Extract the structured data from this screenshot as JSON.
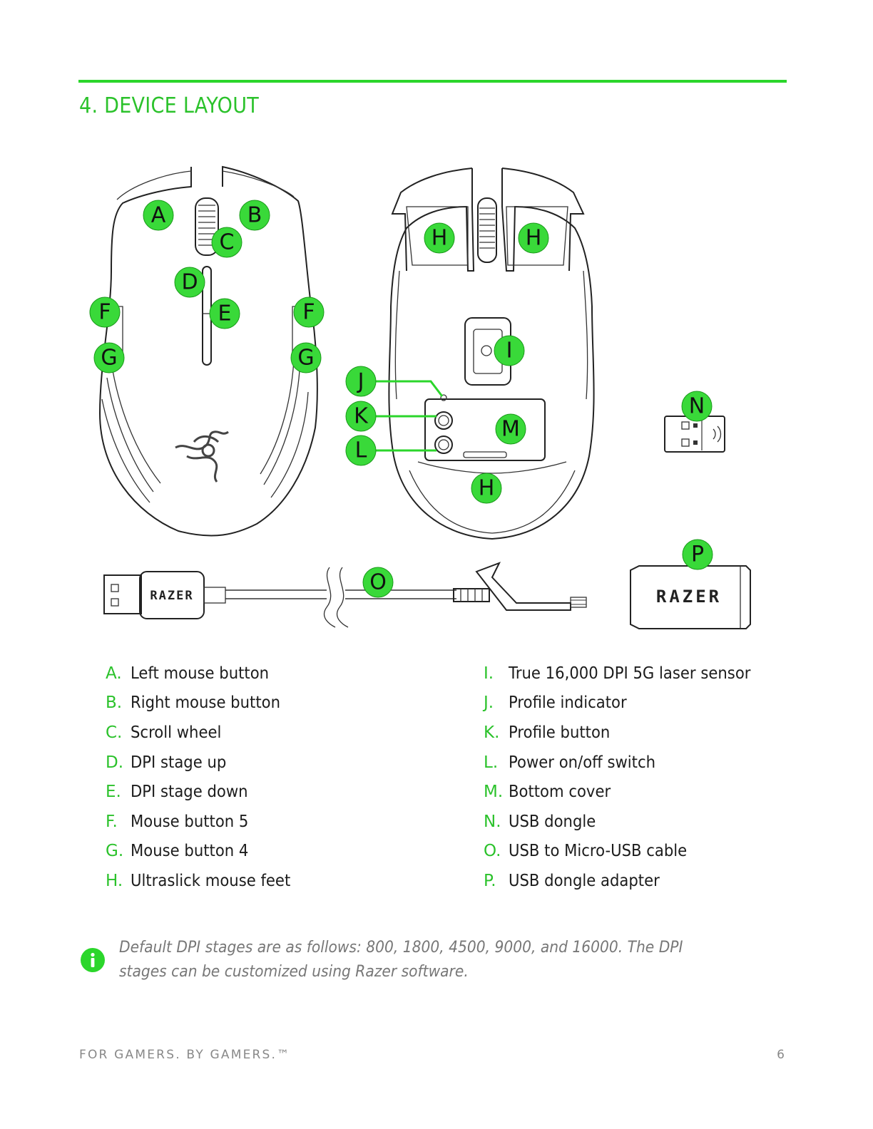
{
  "header": {
    "title": "4. DEVICE LAYOUT"
  },
  "diagram": {
    "callouts": {
      "A": "A",
      "B": "B",
      "C": "C",
      "D": "D",
      "E": "E",
      "F": "F",
      "G": "G",
      "H": "H",
      "I": "I",
      "J": "J",
      "K": "K",
      "L": "L",
      "M": "M",
      "N": "N",
      "O": "O",
      "P": "P"
    },
    "cable_logo": "RAZER",
    "adapter_logo": "RAZER"
  },
  "legend": {
    "left": [
      {
        "letter": "A.",
        "text": "Left mouse button"
      },
      {
        "letter": "B.",
        "text": "Right mouse button"
      },
      {
        "letter": "C.",
        "text": "Scroll wheel"
      },
      {
        "letter": "D.",
        "text": "DPI stage up"
      },
      {
        "letter": "E.",
        "text": "DPI stage down"
      },
      {
        "letter": "F.",
        "text": "Mouse button 5"
      },
      {
        "letter": "G.",
        "text": "Mouse button 4"
      },
      {
        "letter": "H.",
        "text": "Ultraslick mouse feet"
      }
    ],
    "right": [
      {
        "letter": "I.",
        "text": "True 16,000 DPI 5G laser sensor"
      },
      {
        "letter": "J.",
        "text": "Profile indicator"
      },
      {
        "letter": "K.",
        "text": "Profile button"
      },
      {
        "letter": "L.",
        "text": "Power on/off switch"
      },
      {
        "letter": "M.",
        "text": "Bottom cover"
      },
      {
        "letter": "N.",
        "text": "USB dongle"
      },
      {
        "letter": "O.",
        "text": "USB to Micro-USB cable"
      },
      {
        "letter": "P.",
        "text": "USB dongle adapter"
      }
    ]
  },
  "note": {
    "icon": "info-icon",
    "text": "Default DPI stages are as follows: 800, 1800, 4500, 9000, and 16000. The DPI stages can be customized using Razer software."
  },
  "footer": {
    "tagline": "FOR GAMERS. BY GAMERS.™",
    "page": "6"
  },
  "colors": {
    "accent": "#2bd62b",
    "accent_text": "#2bc22b",
    "note_text": "#777777"
  }
}
